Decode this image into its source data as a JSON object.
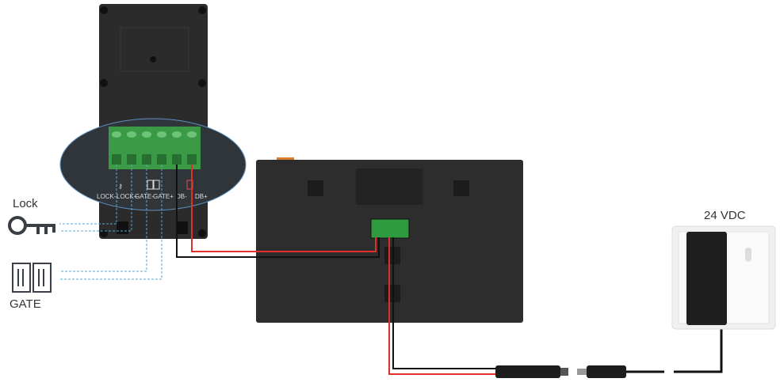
{
  "labels": {
    "lock": "Lock",
    "gate": "GATE",
    "power": "24 VDC"
  },
  "terminals": [
    "LOCK-",
    "LOCK+",
    "GATE-",
    "GATE+",
    "DB-",
    "DB+"
  ],
  "colors": {
    "red_wire": "#e0302a",
    "black_wire": "#111111",
    "signal_wire": "#5aa6d6",
    "terminal_green": "#3a9a45",
    "device_body": "#2d2d2d"
  }
}
